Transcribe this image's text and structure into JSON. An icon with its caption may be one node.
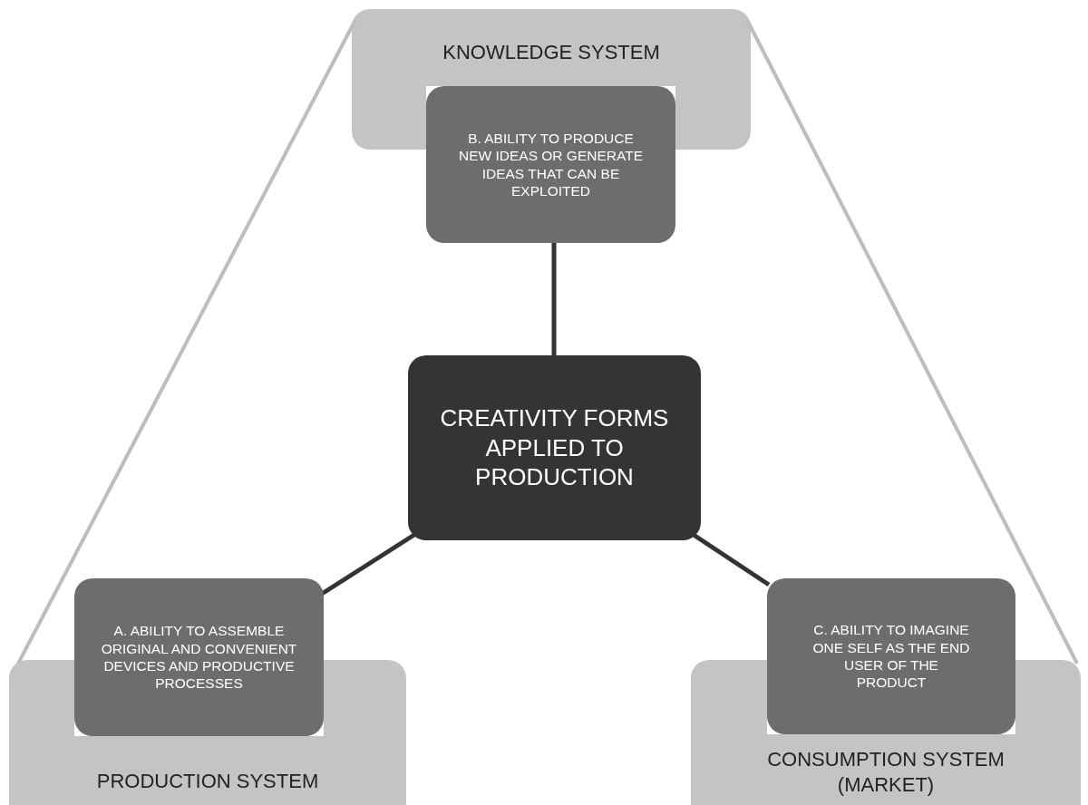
{
  "diagram": {
    "nodes": [
      {
        "text": [
          "KNOWLEDGE SYSTEM"
        ]
      },
      {
        "text": [
          "B. ABILITY TO PRODUCE NEW IDEAS OR GENERATE IDEAS THAT CAN BE EXPLOITED"
        ]
      },
      {
        "text": [
          "CREATIVITY FORMS APPLIED TO PRODUCTION"
        ]
      },
      {
        "text": [
          "A. ABILITY TO ASSEMBLE ORIGINAL AND CONVENIENT DEVICES AND PRODUCTIVE PROCESSES"
        ]
      },
      {
        "text": [
          "PRODUCTION SYSTEM"
        ]
      },
      {
        "text": [
          "C. ABILITY TO IMAGINE ONE SELF AS THE END USER OF THE PRODUCT"
        ]
      },
      {
        "text": [
          "CONSUMPTION SYSTEM (MARKET)"
        ]
      }
    ],
    "edges": [
      {
        "from": 0,
        "to": 4,
        "arrow": "none",
        "color": "#bdbdbd"
      },
      {
        "from": 0,
        "to": 6,
        "arrow": "none",
        "color": "#bdbdbd"
      },
      {
        "from": 1,
        "to": 2,
        "arrow": "none"
      },
      {
        "from": 2,
        "to": 3,
        "arrow": "none"
      },
      {
        "from": 2,
        "to": 5,
        "arrow": "none"
      }
    ]
  }
}
